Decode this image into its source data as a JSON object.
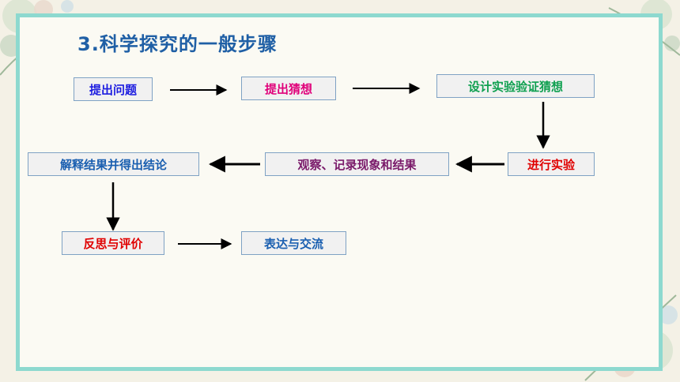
{
  "slide": {
    "title": "3.科学探究的一般步骤",
    "steps": {
      "question": "提出问题",
      "hypothesis": "提出猜想",
      "design": "设计实验验证猜想",
      "conduct": "进行实验",
      "observe": "观察、记录现象和结果",
      "explain": "解释结果并得出结论",
      "reflect": "反思与评价",
      "communicate": "表达与交流"
    }
  },
  "colors": {
    "title": "#1f5fa5",
    "frame_border": "#8dd9cf",
    "question": "#1c1ce0",
    "hypothesis": "#e0007a",
    "design": "#0fa050",
    "conduct": "#e00000",
    "observe": "#7a1a6a",
    "explain": "#1a5fb0",
    "reflect": "#e00000",
    "communicate": "#1a5fb0"
  }
}
